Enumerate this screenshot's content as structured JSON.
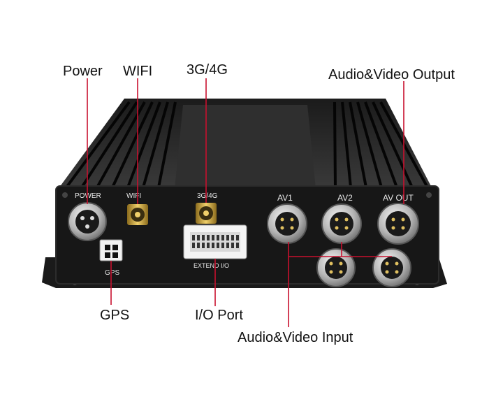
{
  "callouts": {
    "power": "Power",
    "wifi": "WIFI",
    "cellular": "3G/4G",
    "av_output": "Audio&Video Output",
    "gps": "GPS",
    "io_port": "I/O Port",
    "av_input": "Audio&Video Input"
  },
  "panel_labels": {
    "power": "POWER",
    "wifi": "WIFI",
    "cellular": "3G/4G",
    "av1": "AV1",
    "av2": "AV2",
    "av_out": "AV OUT",
    "gps": "GPS",
    "extend_io": "EXTEND I/O"
  },
  "colors": {
    "leader_line": "#c8102e",
    "housing": "#141414",
    "panel": "#1c1c1c",
    "metal": "#c9c9c9",
    "gold": "#c9a23a"
  }
}
